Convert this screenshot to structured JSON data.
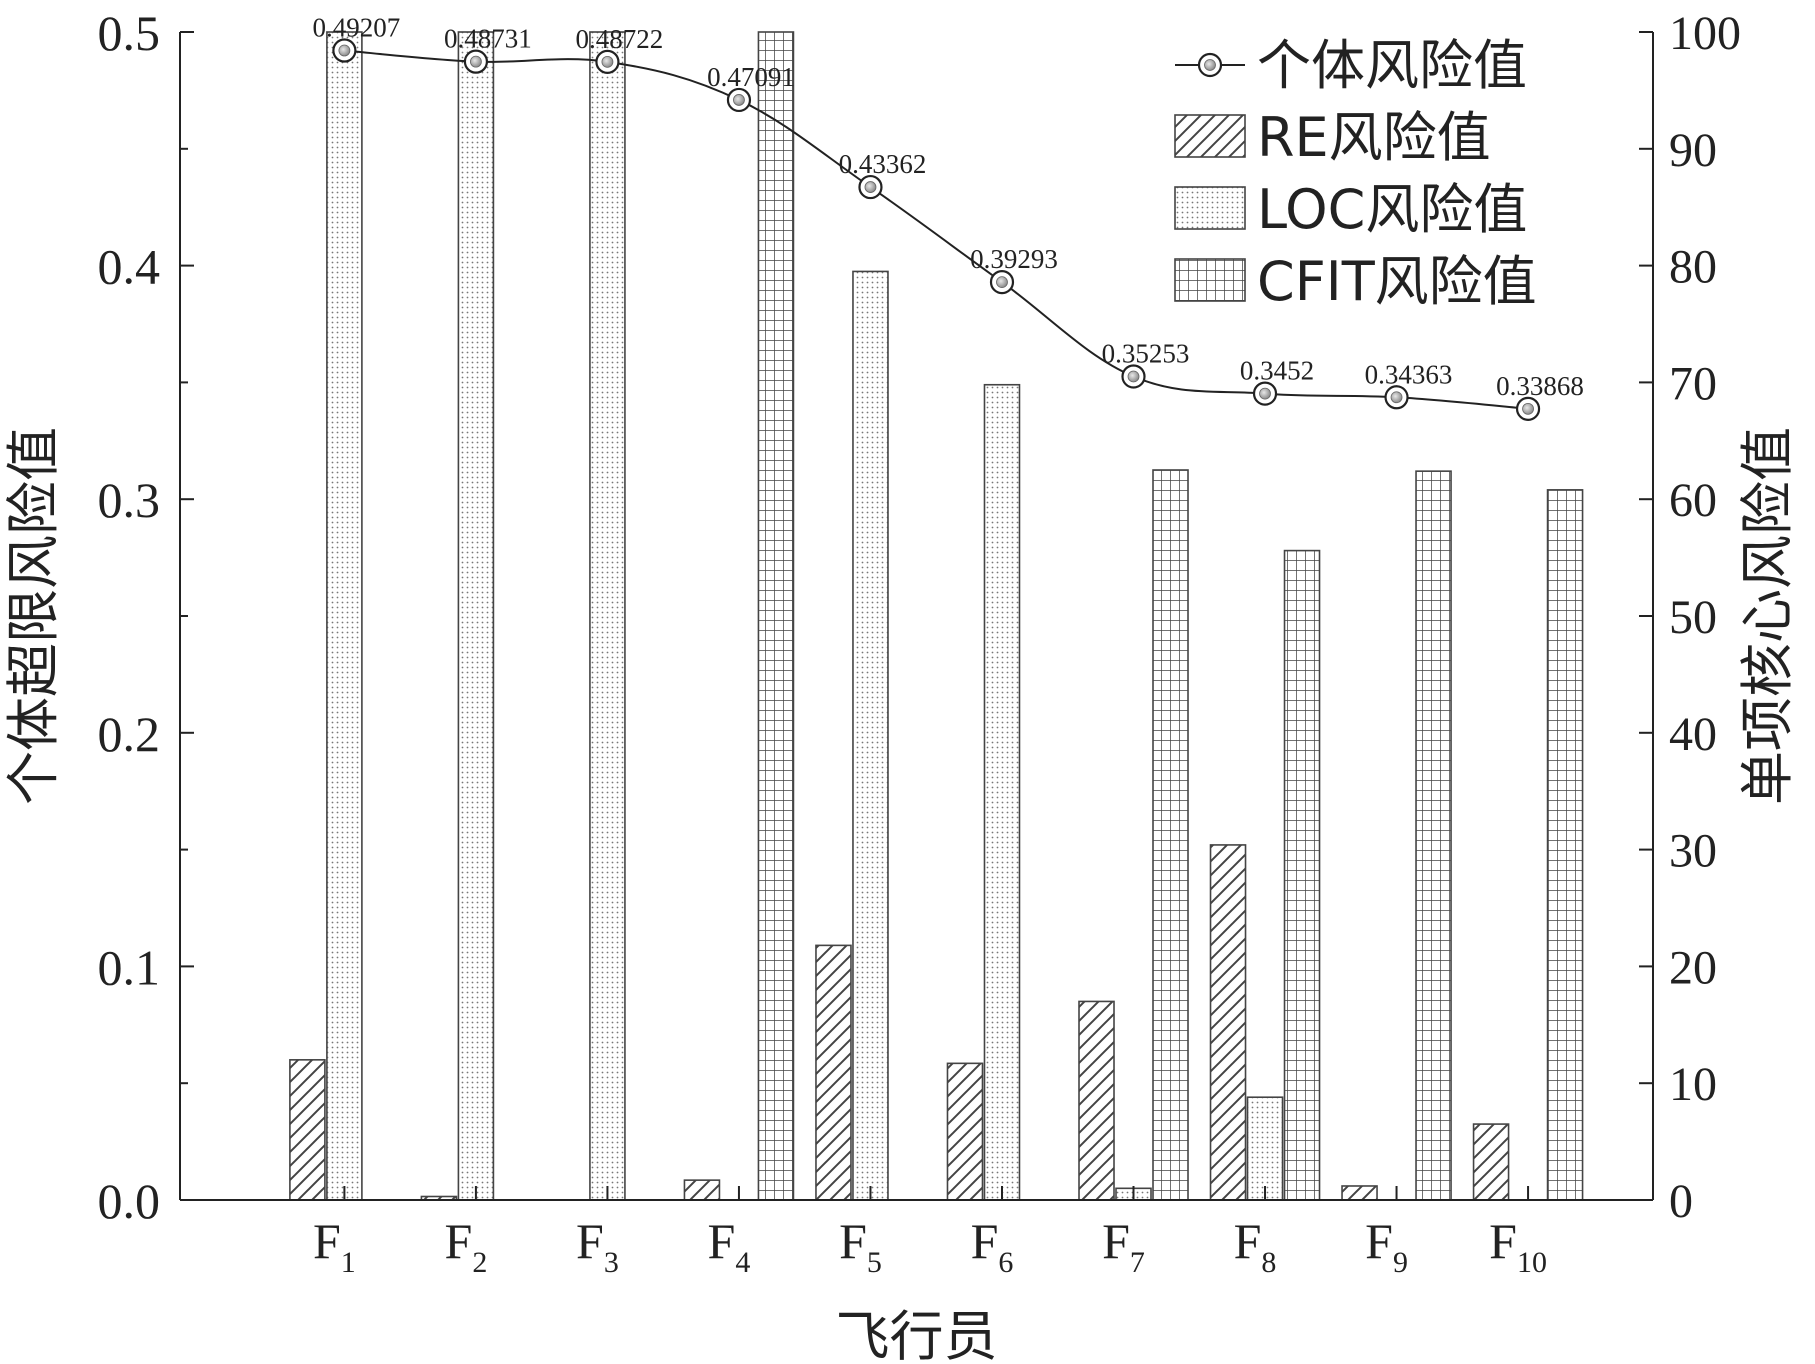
{
  "chart_data": {
    "type": "bar",
    "xlabel": "飞行员",
    "ylabel_left": "个体超限风险值",
    "ylabel_right": "单项核心风险值",
    "ylim_left": [
      0,
      0.5
    ],
    "ylim_right": [
      0,
      100
    ],
    "yticks_left": [
      "0.0",
      "0.1",
      "0.2",
      "0.3",
      "0.4",
      "0.5"
    ],
    "yticks_right": [
      "0",
      "10",
      "20",
      "30",
      "40",
      "50",
      "60",
      "70",
      "80",
      "90",
      "100"
    ],
    "categories": [
      {
        "main": "F",
        "sub": "1"
      },
      {
        "main": "F",
        "sub": "2"
      },
      {
        "main": "F",
        "sub": "3"
      },
      {
        "main": "F",
        "sub": "4"
      },
      {
        "main": "F",
        "sub": "5"
      },
      {
        "main": "F",
        "sub": "6"
      },
      {
        "main": "F",
        "sub": "7"
      },
      {
        "main": "F",
        "sub": "8"
      },
      {
        "main": "F",
        "sub": "9"
      },
      {
        "main": "F",
        "sub": "10"
      }
    ],
    "bar_series": [
      {
        "name": "RE风险值",
        "pattern": "diagonal-hatch",
        "axis": "right",
        "values": [
          12,
          0.3,
          0,
          1.7,
          21.8,
          11.7,
          17,
          30.4,
          1.2,
          6.5
        ]
      },
      {
        "name": "LOC风险值",
        "pattern": "dotted",
        "axis": "right",
        "values": [
          100,
          100,
          100,
          0,
          79.5,
          69.8,
          1.0,
          8.8,
          0,
          0
        ]
      },
      {
        "name": "CFIT风险值",
        "pattern": "grid",
        "axis": "right",
        "values": [
          0,
          0,
          0,
          100,
          0,
          0,
          62.5,
          55.6,
          62.4,
          60.8
        ]
      }
    ],
    "line_series": {
      "name": "个体风险值",
      "axis": "left",
      "values": [
        0.49207,
        0.48731,
        0.48722,
        0.47091,
        0.43362,
        0.39293,
        0.35253,
        0.3452,
        0.34363,
        0.33868
      ],
      "labels": [
        "0.49207",
        "0.48731",
        "0.48722",
        "0.47091",
        "0.43362",
        "0.39293",
        "0.35253",
        "0.3452",
        "0.34363",
        "0.33868"
      ]
    },
    "legend": {
      "position": "top-right",
      "entries": [
        "个体风险值",
        "RE风险值",
        "LOC风险值",
        "CFIT风险值"
      ]
    },
    "grid": false
  }
}
